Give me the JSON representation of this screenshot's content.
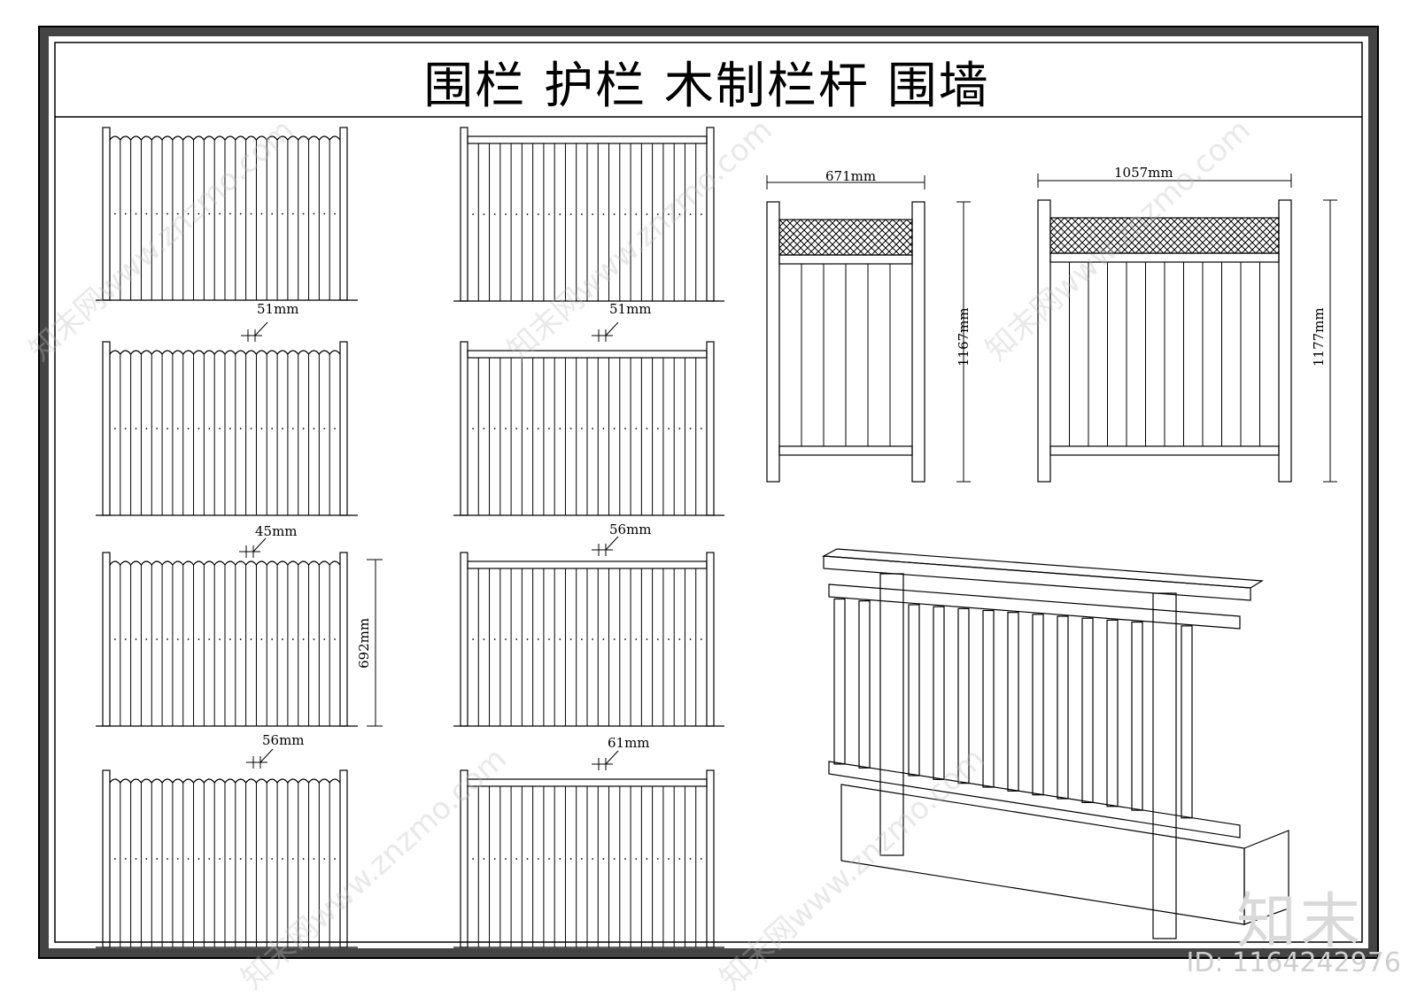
{
  "title": "围栏  护栏  木制栏杆  围墙",
  "watermark_text": "知末网www.znzmo.com",
  "brand": "知末",
  "id_label": "ID: 1164242976",
  "dims": {
    "d51a": "51mm",
    "d51b": "51mm",
    "d45": "45mm",
    "d56a": "56mm",
    "d56b": "56mm",
    "d61": "61mm",
    "d692": "692mm",
    "d671": "671mm",
    "d1167": "1167mm",
    "d1057": "1057mm",
    "d1177": "1177mm"
  }
}
